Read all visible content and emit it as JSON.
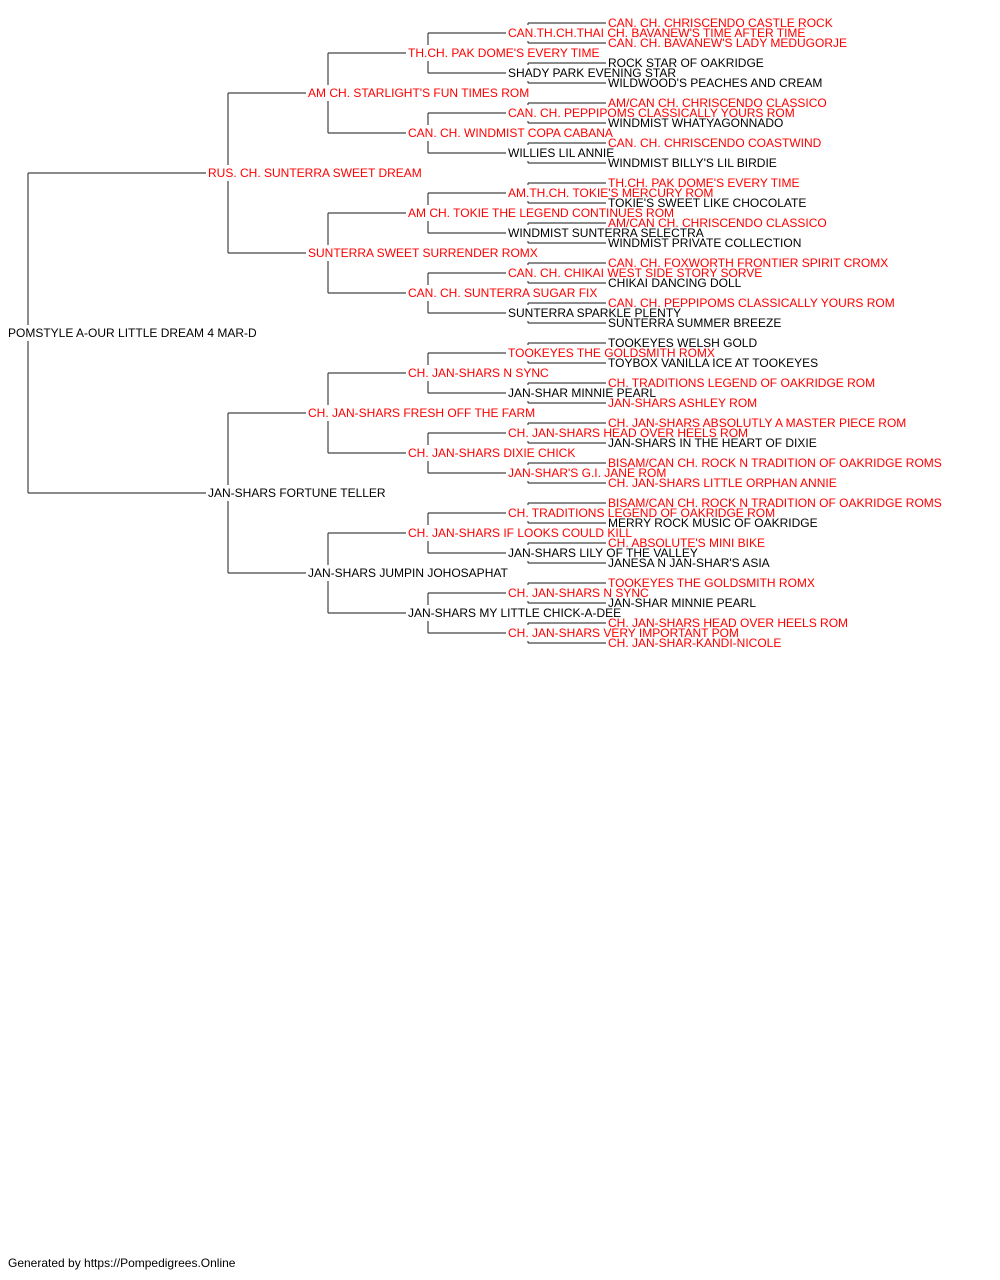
{
  "colors": {
    "titled": "#ff0000",
    "plain": "#000000",
    "connector": "#444444"
  },
  "pedigree": {
    "name": "POMSTYLE A-OUR LITTLE DREAM 4 MAR-D",
    "titled": false,
    "sire": {
      "name": "RUS. CH. SUNTERRA SWEET DREAM",
      "titled": true,
      "sire": {
        "name": "AM CH. STARLIGHT'S FUN TIMES ROM",
        "titled": true,
        "sire": {
          "name": "TH.CH. PAK DOME'S EVERY TIME",
          "titled": true,
          "sire": {
            "name": "CAN.TH.CH.THAI CH. BAVANEW'S TIME AFTER TIME",
            "titled": true,
            "sire": {
              "name": "CAN. CH. CHRISCENDO CASTLE ROCK",
              "titled": true
            },
            "dam": {
              "name": "CAN. CH. BAVANEW'S LADY MEDUGORJE",
              "titled": true
            }
          },
          "dam": {
            "name": "SHADY PARK EVENING STAR",
            "titled": false,
            "sire": {
              "name": "ROCK STAR OF OAKRIDGE",
              "titled": false
            },
            "dam": {
              "name": "WILDWOOD'S PEACHES AND CREAM",
              "titled": false
            }
          }
        },
        "dam": {
          "name": "CAN. CH. WINDMIST COPA CABANA",
          "titled": true,
          "sire": {
            "name": "CAN. CH. PEPPIPOMS CLASSICALLY YOURS ROM",
            "titled": true,
            "sire": {
              "name": "AM/CAN CH. CHRISCENDO CLASSICO",
              "titled": true
            },
            "dam": {
              "name": "WINDMIST WHATYAGONNADO",
              "titled": false
            }
          },
          "dam": {
            "name": "WILLIES LIL ANNIE",
            "titled": false,
            "sire": {
              "name": "CAN. CH. CHRISCENDO COASTWIND",
              "titled": true
            },
            "dam": {
              "name": "WINDMIST BILLY'S LIL BIRDIE",
              "titled": false
            }
          }
        }
      },
      "dam": {
        "name": "SUNTERRA SWEET SURRENDER ROMX",
        "titled": true,
        "sire": {
          "name": "AM CH. TOKIE THE LEGEND CONTINUES ROM",
          "titled": true,
          "sire": {
            "name": "AM.TH.CH. TOKIE'S MERCURY ROM",
            "titled": true,
            "sire": {
              "name": "TH.CH. PAK DOME'S EVERY TIME",
              "titled": true
            },
            "dam": {
              "name": "TOKIE'S SWEET LIKE CHOCOLATE",
              "titled": false
            }
          },
          "dam": {
            "name": "WINDMIST SUNTERRA SELECTRA",
            "titled": false,
            "sire": {
              "name": "AM/CAN CH. CHRISCENDO CLASSICO",
              "titled": true
            },
            "dam": {
              "name": "WINDMIST PRIVATE COLLECTION",
              "titled": false
            }
          }
        },
        "dam": {
          "name": "CAN. CH. SUNTERRA SUGAR FIX",
          "titled": true,
          "sire": {
            "name": "CAN. CH. CHIKAI WEST SIDE STORY SORVE",
            "titled": true,
            "sire": {
              "name": "CAN. CH. FOXWORTH FRONTIER SPIRIT CROMX",
              "titled": true
            },
            "dam": {
              "name": "CHIKAI DANCING DOLL",
              "titled": false
            }
          },
          "dam": {
            "name": "SUNTERRA SPARKLE PLENTY",
            "titled": false,
            "sire": {
              "name": "CAN. CH. PEPPIPOMS CLASSICALLY YOURS ROM",
              "titled": true
            },
            "dam": {
              "name": "SUNTERRA SUMMER BREEZE",
              "titled": false
            }
          }
        }
      }
    },
    "dam": {
      "name": "JAN-SHARS FORTUNE TELLER",
      "titled": false,
      "sire": {
        "name": "CH. JAN-SHARS FRESH OFF THE FARM",
        "titled": true,
        "sire": {
          "name": "CH. JAN-SHARS N SYNC",
          "titled": true,
          "sire": {
            "name": "TOOKEYES THE GOLDSMITH ROMX",
            "titled": true,
            "sire": {
              "name": "TOOKEYES WELSH GOLD",
              "titled": false
            },
            "dam": {
              "name": "TOYBOX VANILLA ICE AT TOOKEYES",
              "titled": false
            }
          },
          "dam": {
            "name": "JAN-SHAR MINNIE PEARL",
            "titled": false,
            "sire": {
              "name": "CH. TRADITIONS LEGEND OF OAKRIDGE ROM",
              "titled": true
            },
            "dam": {
              "name": "JAN-SHARS ASHLEY ROM",
              "titled": true
            }
          }
        },
        "dam": {
          "name": "CH. JAN-SHARS DIXIE CHICK",
          "titled": true,
          "sire": {
            "name": "CH. JAN-SHARS HEAD OVER HEELS ROM",
            "titled": true,
            "sire": {
              "name": "CH. JAN-SHARS ABSOLUTLY A MASTER PIECE ROM",
              "titled": true
            },
            "dam": {
              "name": "JAN-SHARS IN THE HEART OF DIXIE",
              "titled": false
            }
          },
          "dam": {
            "name": "JAN-SHAR'S G.I. JANE ROM",
            "titled": true,
            "sire": {
              "name": "BISAM/CAN CH. ROCK N TRADITION OF OAKRIDGE ROMS",
              "titled": true
            },
            "dam": {
              "name": "CH. JAN-SHARS LITTLE ORPHAN ANNIE",
              "titled": true
            }
          }
        }
      },
      "dam": {
        "name": "JAN-SHARS JUMPIN JOHOSAPHAT",
        "titled": false,
        "sire": {
          "name": "CH. JAN-SHARS IF LOOKS COULD KILL",
          "titled": true,
          "sire": {
            "name": "CH. TRADITIONS LEGEND OF OAKRIDGE ROM",
            "titled": true,
            "sire": {
              "name": "BISAM/CAN CH. ROCK N TRADITION OF OAKRIDGE ROMS",
              "titled": true
            },
            "dam": {
              "name": "MERRY ROCK MUSIC OF OAKRIDGE",
              "titled": false
            }
          },
          "dam": {
            "name": "JAN-SHARS LILY OF THE VALLEY",
            "titled": false,
            "sire": {
              "name": "CH. ABSOLUTE'S MINI BIKE",
              "titled": true
            },
            "dam": {
              "name": "JANESA N JAN-SHAR'S ASIA",
              "titled": false
            }
          }
        },
        "dam": {
          "name": "JAN-SHARS MY LITTLE CHICK-A-DEE",
          "titled": false,
          "sire": {
            "name": "CH. JAN-SHARS N SYNC",
            "titled": true,
            "sire": {
              "name": "TOOKEYES THE GOLDSMITH ROMX",
              "titled": true
            },
            "dam": {
              "name": "JAN-SHAR MINNIE PEARL",
              "titled": false
            }
          },
          "dam": {
            "name": "CH. JAN-SHARS VERY IMPORTANT POM",
            "titled": true,
            "sire": {
              "name": "CH. JAN-SHARS HEAD OVER HEELS ROM",
              "titled": true
            },
            "dam": {
              "name": "CH. JAN-SHAR-KANDI-NICOLE",
              "titled": true
            }
          }
        }
      }
    }
  },
  "footer": "Generated by https://Pompedigrees.Online"
}
